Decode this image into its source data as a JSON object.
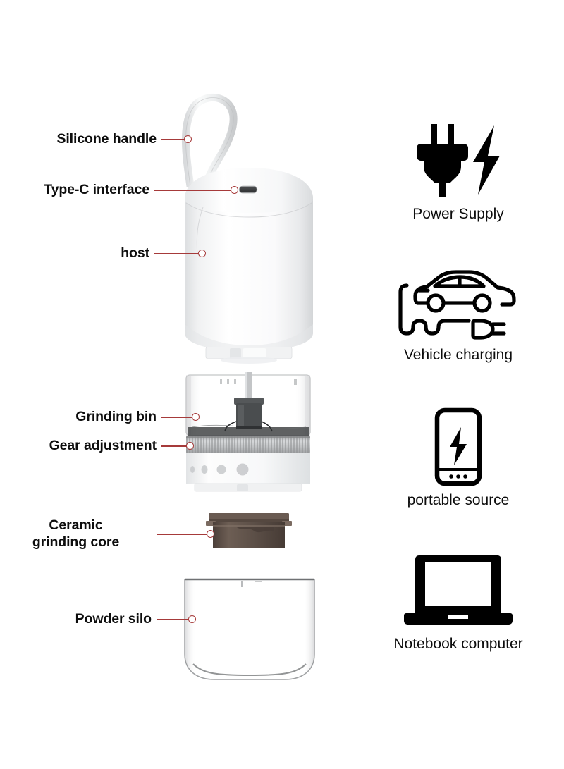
{
  "meta": {
    "background_color": "#ffffff",
    "leader_color": "#a63a3a",
    "text_color": "#0d0d0d",
    "icon_color": "#000000"
  },
  "product": {
    "name": "portable electric coffee grinder",
    "exploded_view": true,
    "callouts": [
      {
        "id": "silicone-handle",
        "label": "Silicone handle",
        "lines": 1
      },
      {
        "id": "type-c-interface",
        "label": "Type-C interface",
        "lines": 1
      },
      {
        "id": "host",
        "label": "host",
        "lines": 1
      },
      {
        "id": "grinding-bin",
        "label": "Grinding bin",
        "lines": 1
      },
      {
        "id": "gear-adjustment",
        "label": "Gear adjustment",
        "lines": 1
      },
      {
        "id": "ceramic-core",
        "label": "Ceramic\ngrinding core",
        "lines": 2
      },
      {
        "id": "powder-silo",
        "label": "Powder silo",
        "lines": 1
      }
    ],
    "parts": [
      {
        "id": "handle",
        "name": "silicone loop handle",
        "color": "#f2f3f4"
      },
      {
        "id": "host-body",
        "name": "host cylinder",
        "color": "#fbfbfc"
      },
      {
        "id": "usb-port",
        "name": "usb-c port",
        "color": "#3a3a3c"
      },
      {
        "id": "grinding-bin",
        "name": "transparent grinding bin",
        "color": "#f4f5f6"
      },
      {
        "id": "motor",
        "name": "motor assembly",
        "color": "#4a4a4c"
      },
      {
        "id": "gear-ring",
        "name": "knurled gear ring",
        "color": "#b9babb"
      },
      {
        "id": "base",
        "name": "white base collar",
        "color": "#f7f7f8"
      },
      {
        "id": "burr",
        "name": "ceramic burr",
        "color": "#594b43"
      },
      {
        "id": "silo",
        "name": "transparent powder silo",
        "color": "#fdfdfd"
      }
    ]
  },
  "features": [
    {
      "id": "power-supply",
      "icon": "power-plug-bolt-icon",
      "caption": "Power Supply"
    },
    {
      "id": "vehicle-charging",
      "icon": "car-charging-icon",
      "caption": "Vehicle charging"
    },
    {
      "id": "portable-source",
      "icon": "power-bank-icon",
      "caption": "portable source"
    },
    {
      "id": "notebook-computer",
      "icon": "laptop-icon",
      "caption": "Notebook computer"
    }
  ]
}
